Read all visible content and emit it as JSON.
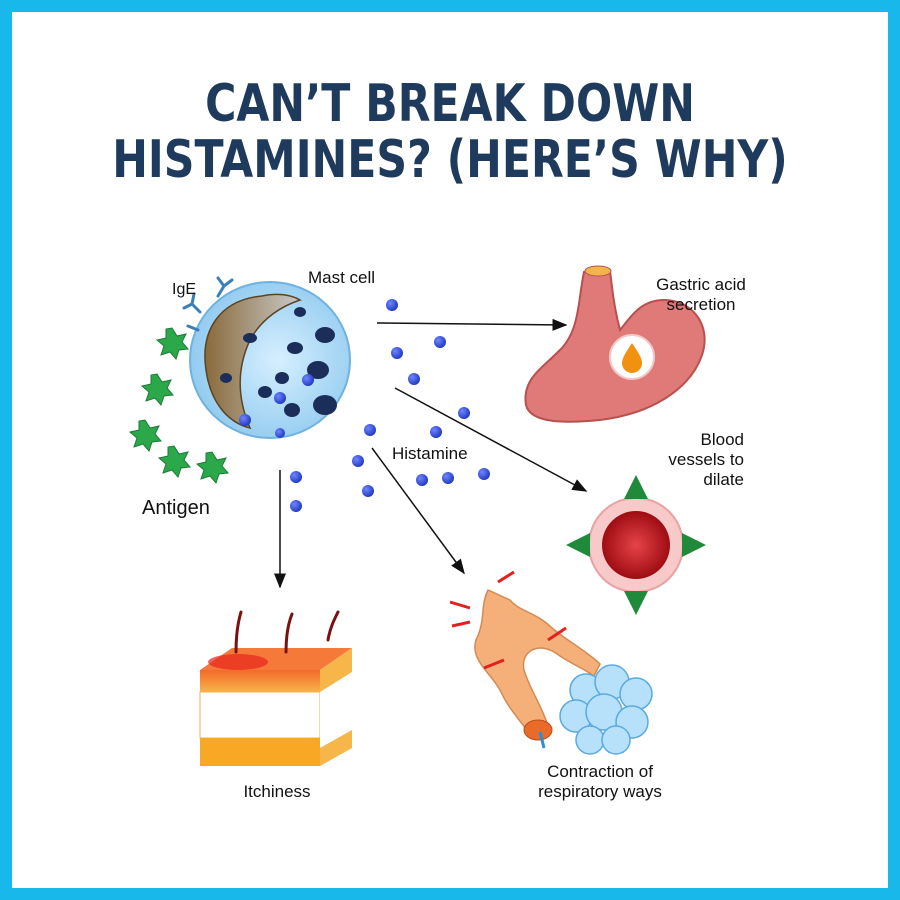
{
  "title": {
    "line1": "CAN’T BREAK DOWN",
    "line2": "HISTAMINES? (HERE’S WHY)"
  },
  "labels": {
    "ige": "IgE",
    "mast_cell": "Mast cell",
    "antigen": "Antigen",
    "histamine": "Histamine",
    "gastric_l1": "Gastric acid",
    "gastric_l2": "secretion",
    "blood_l1": "Blood",
    "blood_l2": "vessels to",
    "blood_l3": "dilate",
    "itch": "Itchiness",
    "resp_l1": "Contraction of",
    "resp_l2": "respiratory ways"
  },
  "colors": {
    "border": "#19b8ea",
    "title": "#1e3a5c",
    "histamine_dot": "#2b44d6",
    "antigen": "#2aa84a",
    "stomach": "#e07a78",
    "vessel": "#c8161d",
    "arrow_green": "#1f8a3a"
  }
}
